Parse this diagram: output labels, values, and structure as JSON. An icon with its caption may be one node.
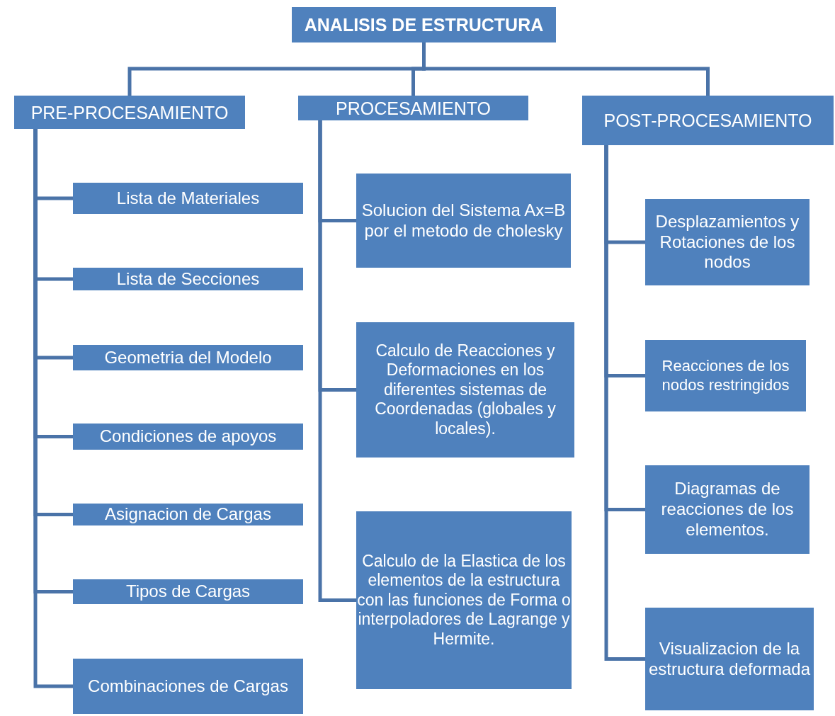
{
  "diagram": {
    "nodes": [
      {
        "text": [
          "ANALISIS DE ESTRUCTURA"
        ]
      },
      {
        "text": [
          "PRE-PROCESAMIENTO"
        ]
      },
      {
        "text": [
          "PROCESAMIENTO"
        ]
      },
      {
        "text": [
          "POST-PROCESAMIENTO"
        ]
      },
      {
        "text": [
          "Lista de Materiales"
        ]
      },
      {
        "text": [
          "Lista de Secciones"
        ]
      },
      {
        "text": [
          "Geometria del Modelo"
        ]
      },
      {
        "text": [
          "Condiciones de apoyos"
        ]
      },
      {
        "text": [
          "Asignacion de Cargas"
        ]
      },
      {
        "text": [
          "Tipos de Cargas"
        ]
      },
      {
        "text": [
          "Combinaciones de Cargas"
        ]
      },
      {
        "text": [
          "Solucion del Sistema Ax=B por el metodo de cholesky"
        ]
      },
      {
        "text": [
          "Calculo de Reacciones y Deformaciones en los diferentes sistemas de Coordenadas (globales y locales)."
        ]
      },
      {
        "text": [
          "Calculo de la Elastica de  los elementos de la estructura con las funciones de Forma o interpoladores de Lagrange y Hermite."
        ]
      },
      {
        "text": [
          "Desplazamientos y Rotaciones de los nodos"
        ]
      },
      {
        "text": [
          "Reacciones de los nodos restringidos"
        ]
      },
      {
        "text": [
          "Diagramas de reacciones de los elementos."
        ]
      },
      {
        "text": [
          "Visualizacion de la estructura deformada"
        ]
      }
    ],
    "edges": [
      {
        "from": 0,
        "to": 1,
        "arrow": "none"
      },
      {
        "from": 0,
        "to": 2,
        "arrow": "none"
      },
      {
        "from": 0,
        "to": 3,
        "arrow": "none"
      },
      {
        "from": 1,
        "to": 4,
        "arrow": "none"
      },
      {
        "from": 1,
        "to": 5,
        "arrow": "none"
      },
      {
        "from": 1,
        "to": 6,
        "arrow": "none"
      },
      {
        "from": 1,
        "to": 7,
        "arrow": "none"
      },
      {
        "from": 1,
        "to": 8,
        "arrow": "none"
      },
      {
        "from": 1,
        "to": 9,
        "arrow": "none"
      },
      {
        "from": 1,
        "to": 10,
        "arrow": "none"
      },
      {
        "from": 2,
        "to": 11,
        "arrow": "none"
      },
      {
        "from": 2,
        "to": 12,
        "arrow": "none"
      },
      {
        "from": 2,
        "to": 13,
        "arrow": "none"
      },
      {
        "from": 3,
        "to": 14,
        "arrow": "none"
      },
      {
        "from": 3,
        "to": 15,
        "arrow": "none"
      },
      {
        "from": 3,
        "to": 16,
        "arrow": "none"
      },
      {
        "from": 3,
        "to": 17,
        "arrow": "none"
      }
    ]
  }
}
